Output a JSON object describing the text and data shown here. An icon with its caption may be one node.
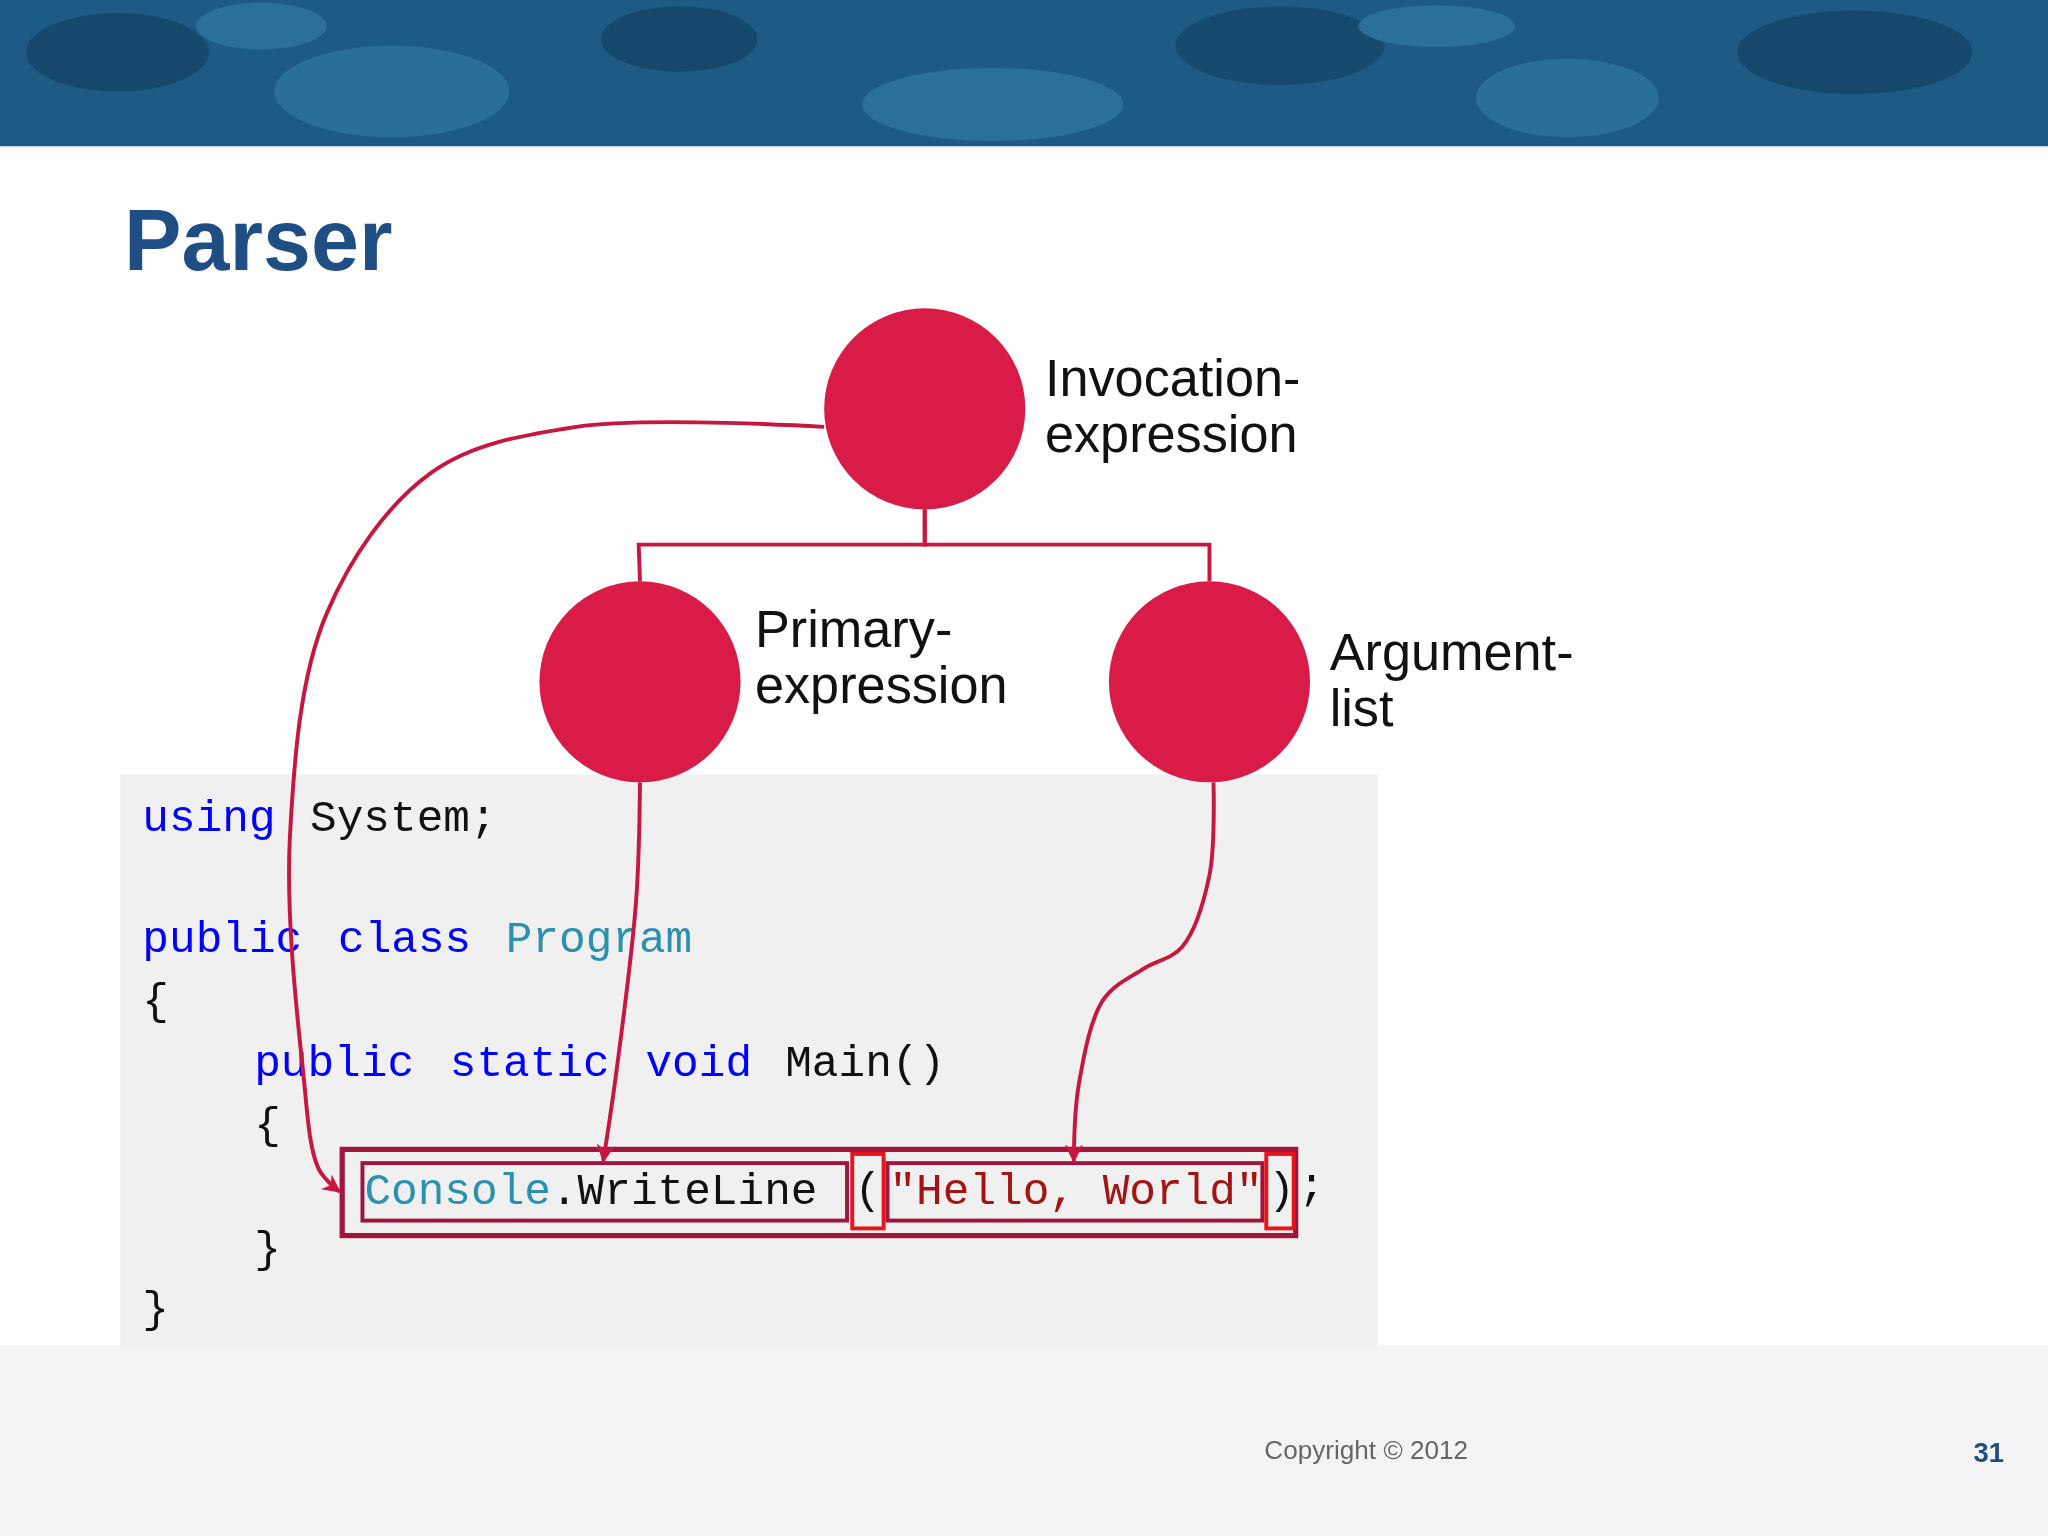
{
  "diagram": {
    "title": "Parser",
    "nodes": [
      {
        "text": [],
        "shape": "circle",
        "beside": [
          "Invocation- expression"
        ]
      },
      {
        "text": [],
        "shape": "circle",
        "beside": [
          "Primary- expression"
        ]
      },
      {
        "text": [],
        "shape": "circle",
        "beside": [
          "Argument- list"
        ]
      },
      {
        "text": [],
        "shape": "box"
      },
      {
        "text": [
          "Console",
          ".WriteLine"
        ],
        "in": 3
      },
      {
        "text": [
          "("
        ],
        "in": 3
      },
      {
        "text": [
          "\"Hello, World\""
        ],
        "in": 3
      },
      {
        "text": [
          ")"
        ],
        "in": 3
      }
    ],
    "edges": [
      {
        "from": 0,
        "to": 1,
        "arrow": "none"
      },
      {
        "from": 0,
        "to": 2,
        "arrow": "none"
      },
      {
        "from": 0,
        "to": 3,
        "arrow": "to"
      },
      {
        "from": 1,
        "to": 4,
        "arrow": "to"
      },
      {
        "from": 2,
        "to": 6,
        "arrow": "to"
      }
    ],
    "labels": [
      "using",
      "System;",
      "public",
      "class",
      "Program",
      "{",
      "public",
      "static",
      "void",
      "Main()",
      "{",
      ";",
      "}",
      "}",
      "Copyright © 2012",
      "31"
    ]
  }
}
